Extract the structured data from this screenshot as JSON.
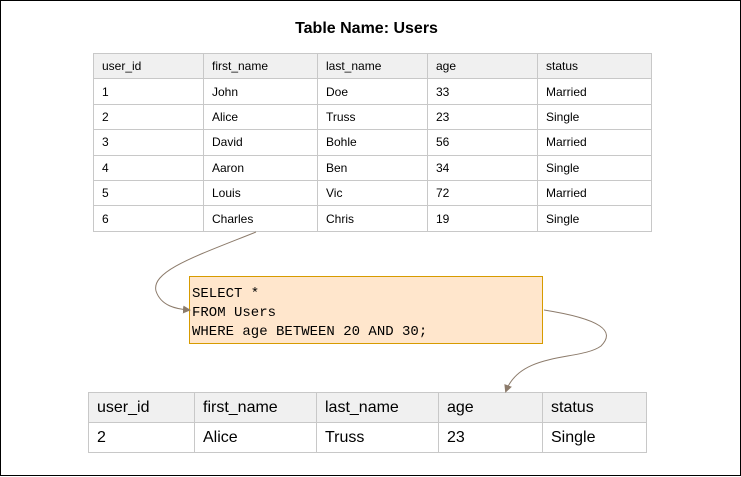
{
  "title": "Table Name: Users",
  "source_table": {
    "headers": [
      "user_id",
      "first_name",
      "last_name",
      "age",
      "status"
    ],
    "rows": [
      [
        "1",
        "John",
        "Doe",
        "33",
        "Married"
      ],
      [
        "2",
        "Alice",
        "Truss",
        "23",
        "Single"
      ],
      [
        "3",
        "David",
        "Bohle",
        "56",
        "Married"
      ],
      [
        "4",
        "Aaron",
        "Ben",
        "34",
        "Single"
      ],
      [
        "5",
        "Louis",
        "Vic",
        "72",
        "Married"
      ],
      [
        "6",
        "Charles",
        "Chris",
        "19",
        "Single"
      ]
    ]
  },
  "query": {
    "lines": [
      "SELECT *",
      "FROM Users",
      "WHERE age BETWEEN 20 AND 30;"
    ]
  },
  "result_table": {
    "headers": [
      "user_id",
      "first_name",
      "last_name",
      "age",
      "status"
    ],
    "rows": [
      [
        "2",
        "Alice",
        "Truss",
        "23",
        "Single"
      ]
    ]
  },
  "colors": {
    "query_fill": "#ffe6cc",
    "query_border": "#d79b00",
    "arrow": "#8c7b6b",
    "header_fill": "#f0f0f0",
    "grid": "#c8c8c8"
  }
}
